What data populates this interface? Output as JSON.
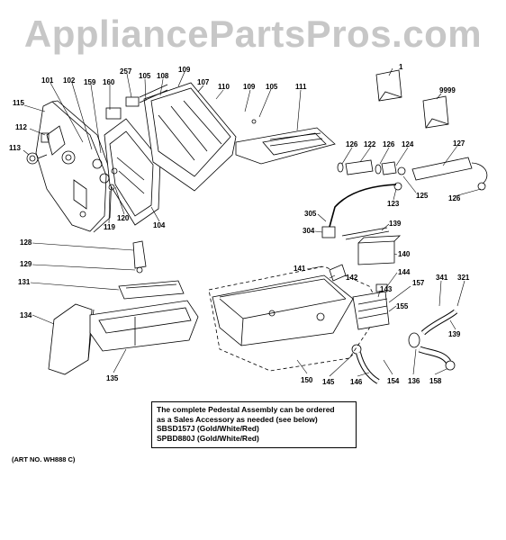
{
  "watermark": "AppliancePartsPros.com",
  "callouts": [
    {
      "id": "c1",
      "text": "1"
    },
    {
      "id": "c9999",
      "text": "9999"
    },
    {
      "id": "c257",
      "text": "257"
    },
    {
      "id": "c105a",
      "text": "105"
    },
    {
      "id": "c108",
      "text": "108"
    },
    {
      "id": "c109a",
      "text": "109"
    },
    {
      "id": "c107",
      "text": "107"
    },
    {
      "id": "c110",
      "text": "110"
    },
    {
      "id": "c109b",
      "text": "109"
    },
    {
      "id": "c105b",
      "text": "105"
    },
    {
      "id": "c111",
      "text": "111"
    },
    {
      "id": "c101",
      "text": "101"
    },
    {
      "id": "c102",
      "text": "102"
    },
    {
      "id": "c159",
      "text": "159"
    },
    {
      "id": "c160",
      "text": "160"
    },
    {
      "id": "c115",
      "text": "115"
    },
    {
      "id": "c112",
      "text": "112"
    },
    {
      "id": "c113",
      "text": "113"
    },
    {
      "id": "c120",
      "text": "120"
    },
    {
      "id": "c119",
      "text": "119"
    },
    {
      "id": "c104",
      "text": "104"
    },
    {
      "id": "c126a",
      "text": "126"
    },
    {
      "id": "c122",
      "text": "122"
    },
    {
      "id": "c126b",
      "text": "126"
    },
    {
      "id": "c124",
      "text": "124"
    },
    {
      "id": "c127",
      "text": "127"
    },
    {
      "id": "c123",
      "text": "123"
    },
    {
      "id": "c125",
      "text": "125"
    },
    {
      "id": "c126c",
      "text": "126"
    },
    {
      "id": "c305",
      "text": "305"
    },
    {
      "id": "c304",
      "text": "304"
    },
    {
      "id": "c139a",
      "text": "139"
    },
    {
      "id": "c140",
      "text": "140"
    },
    {
      "id": "c128",
      "text": "128"
    },
    {
      "id": "c129",
      "text": "129"
    },
    {
      "id": "c131",
      "text": "131"
    },
    {
      "id": "c134",
      "text": "134"
    },
    {
      "id": "c135",
      "text": "135"
    },
    {
      "id": "c141",
      "text": "141"
    },
    {
      "id": "c142",
      "text": "142"
    },
    {
      "id": "c144",
      "text": "144"
    },
    {
      "id": "c143",
      "text": "143"
    },
    {
      "id": "c157",
      "text": "157"
    },
    {
      "id": "c155",
      "text": "155"
    },
    {
      "id": "c341",
      "text": "341"
    },
    {
      "id": "c321",
      "text": "321"
    },
    {
      "id": "c139b",
      "text": "139"
    },
    {
      "id": "c150",
      "text": "150"
    },
    {
      "id": "c145",
      "text": "145"
    },
    {
      "id": "c146",
      "text": "146"
    },
    {
      "id": "c154",
      "text": "154"
    },
    {
      "id": "c136",
      "text": "136"
    },
    {
      "id": "c158",
      "text": "158"
    }
  ],
  "note": {
    "lines": [
      "The complete Pedestal Assembly can be ordered",
      "as a Sales Accessory as needed (see below)",
      "SBSD157J (Gold/White/Red)",
      "SPBD880J (Gold/White/Red)"
    ]
  },
  "art_number": "(ART NO. WH888 C)"
}
